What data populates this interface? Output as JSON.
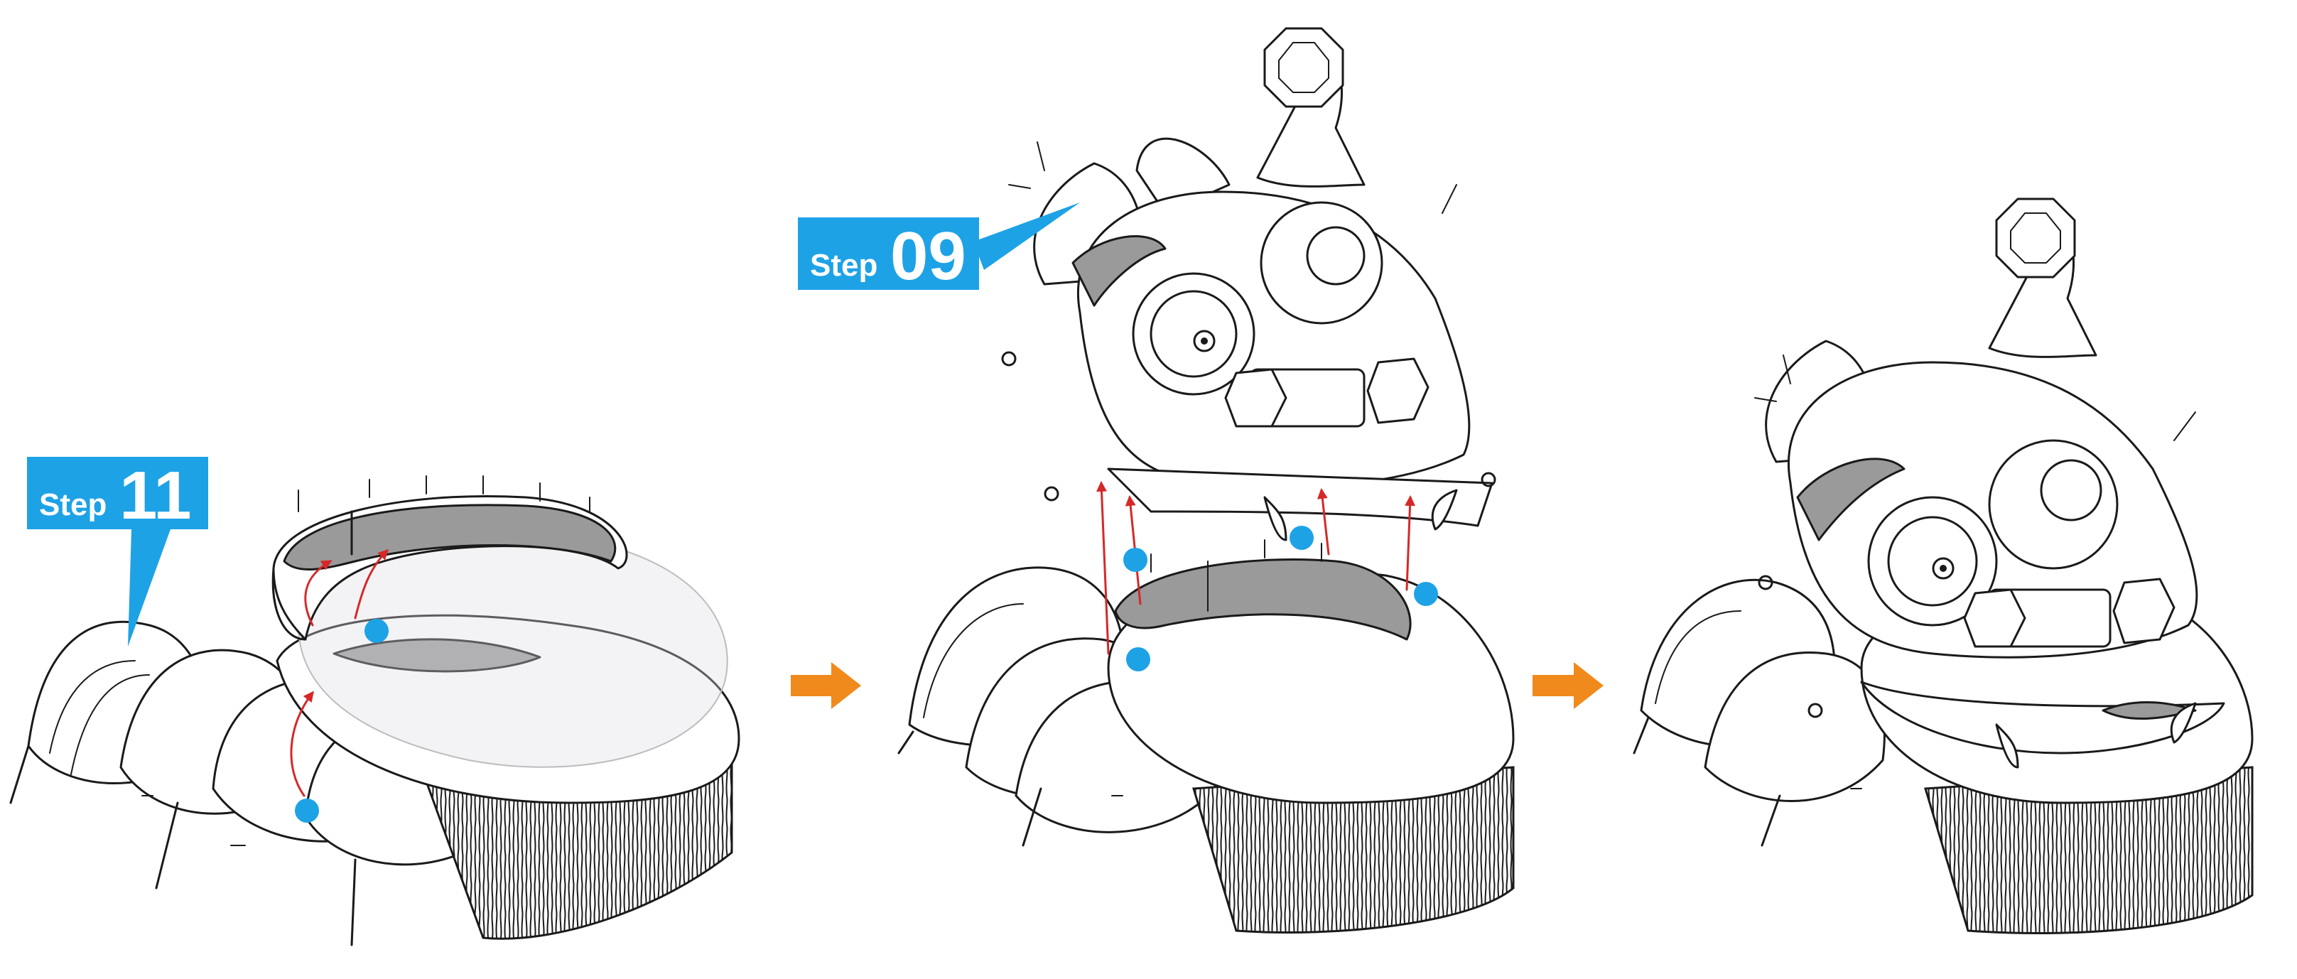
{
  "colors": {
    "badge": "#1ea2e6",
    "arrow": "#f08a1c",
    "connector": "#d62828",
    "marker": "#1ea2e6",
    "outline": "#1a1a1a",
    "shade": "#9a9a9a"
  },
  "steps": [
    {
      "small": "Step",
      "big": "11"
    },
    {
      "small": "Step",
      "big": "09"
    }
  ],
  "icons": {
    "flow_arrow": "right-arrow-icon",
    "marker": "blue-dot-icon"
  }
}
